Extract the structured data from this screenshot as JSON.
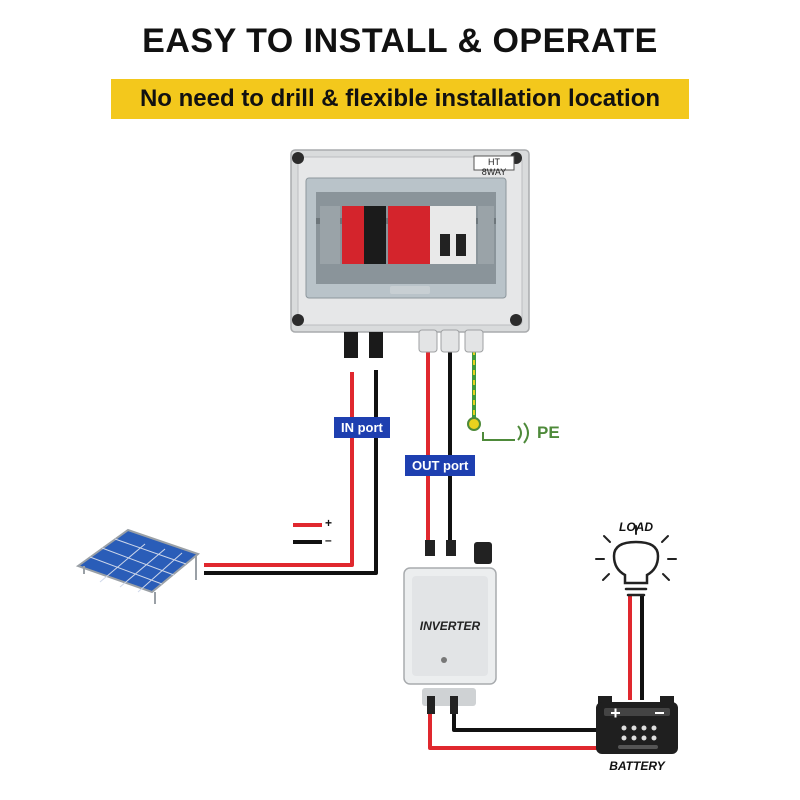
{
  "header": {
    "title": "EASY TO INSTALL & OPERATE",
    "subtitle": "No need to drill & flexible installation location"
  },
  "combiner_box": {
    "model_label": "HT 8WAY"
  },
  "labels": {
    "in_port": "IN port",
    "out_port": "OUT port",
    "pe": "PE",
    "load": "LOAD",
    "inverter": "INVERTER",
    "battery": "BATTERY",
    "plus": "+",
    "minus": "–"
  },
  "colors": {
    "positive_wire": "#e0282e",
    "negative_wire": "#111111",
    "ground_wire": "#3d9a3d",
    "banner": "#f3c81c",
    "port_tag": "#1e3fb0",
    "pe_text": "#4e8a3a"
  },
  "icons": {
    "load": "lightbulb-icon",
    "ground": "ground-symbol-icon",
    "battery": "battery-icon",
    "panel": "solar-panel-icon"
  }
}
